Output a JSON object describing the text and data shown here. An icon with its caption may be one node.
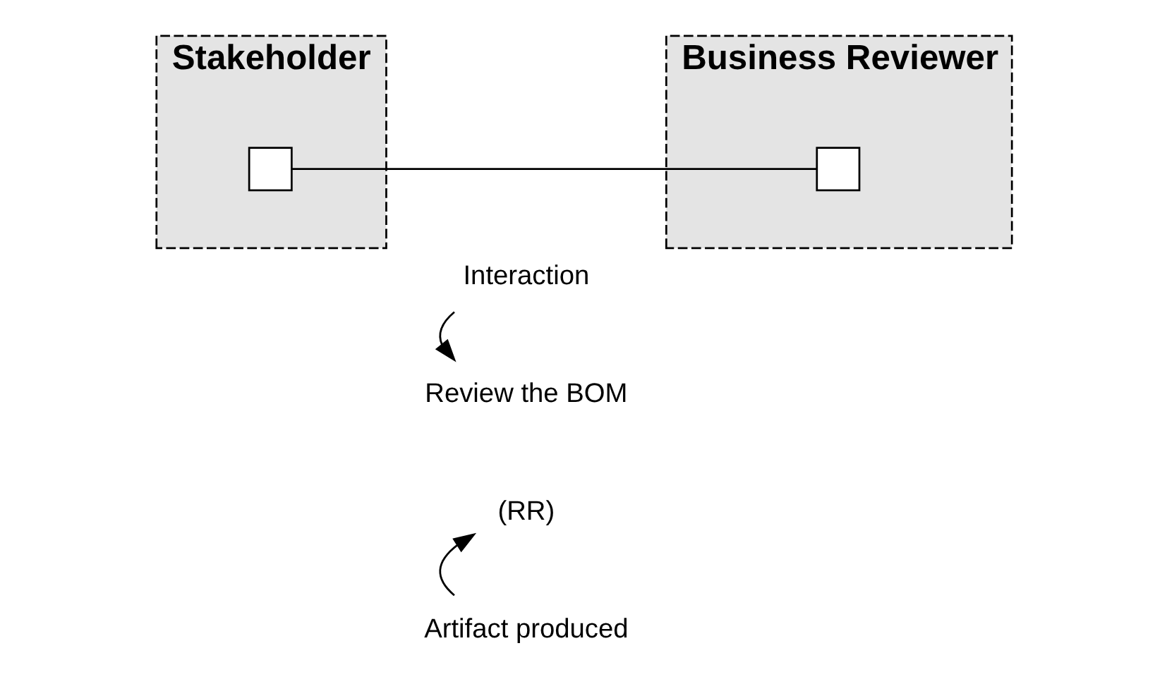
{
  "diagram": {
    "nodes": [
      {
        "text": [
          "Stakeholder"
        ]
      },
      {
        "text": [],
        "shape": "box",
        "in": 0
      },
      {
        "text": [
          "Business Reviewer"
        ]
      },
      {
        "text": [],
        "shape": "box",
        "in": 2
      },
      {
        "text": [
          "Review the BOM"
        ]
      },
      {
        "text": [
          "(RR)"
        ]
      },
      {
        "text": [
          "Interaction"
        ]
      },
      {
        "text": [
          "Artifact produced"
        ]
      }
    ],
    "edges": [
      {
        "from": 1,
        "to": 3,
        "arrow": "none"
      },
      {
        "from": 6,
        "to": 4,
        "arrow": "to"
      },
      {
        "from": 7,
        "to": 5,
        "arrow": "to"
      }
    ]
  }
}
